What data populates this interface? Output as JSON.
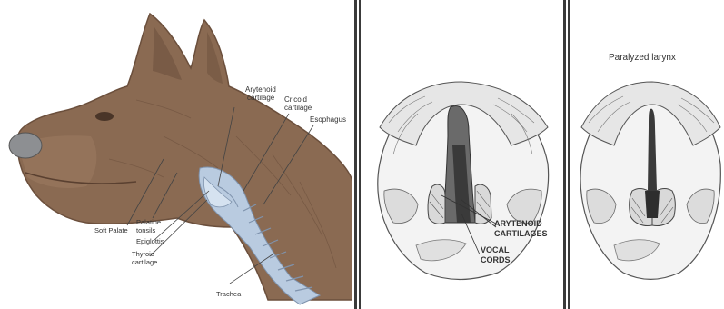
{
  "labels": {
    "arytenoid_cartilage": [
      "Arytenoid",
      "cartilage"
    ],
    "cricoid_cartilage": [
      "Cricoid",
      "cartilage"
    ],
    "esophagus": "Esophagus",
    "soft_palate": "Soft Palate",
    "palatine_tonsils": [
      "Palatine",
      "tonsils"
    ],
    "epiglottis": "Epiglottis",
    "thyroid_cartilage": [
      "Thyroid",
      "cartilage"
    ],
    "trachea": "Trachea",
    "mid_arytenoid": [
      "ARYTENOID",
      "CARTILAGES"
    ],
    "mid_vocal": [
      "VOCAL",
      "CORDS"
    ],
    "paralyzed_title": "Paralyzed larynx"
  },
  "colors": {
    "dog_fur": "#8a6a52",
    "dog_fur_dark": "#6b4f3c",
    "nose": "#8d8f92",
    "trachea": "#b9cbe0",
    "larynx_lines": "#555555",
    "glottis_dark": "#3a3a3a",
    "panel_divider": "#3a3a3a"
  },
  "icons": [
    "dog-head-illustration",
    "larynx-normal-illustration",
    "larynx-paralyzed-illustration"
  ]
}
